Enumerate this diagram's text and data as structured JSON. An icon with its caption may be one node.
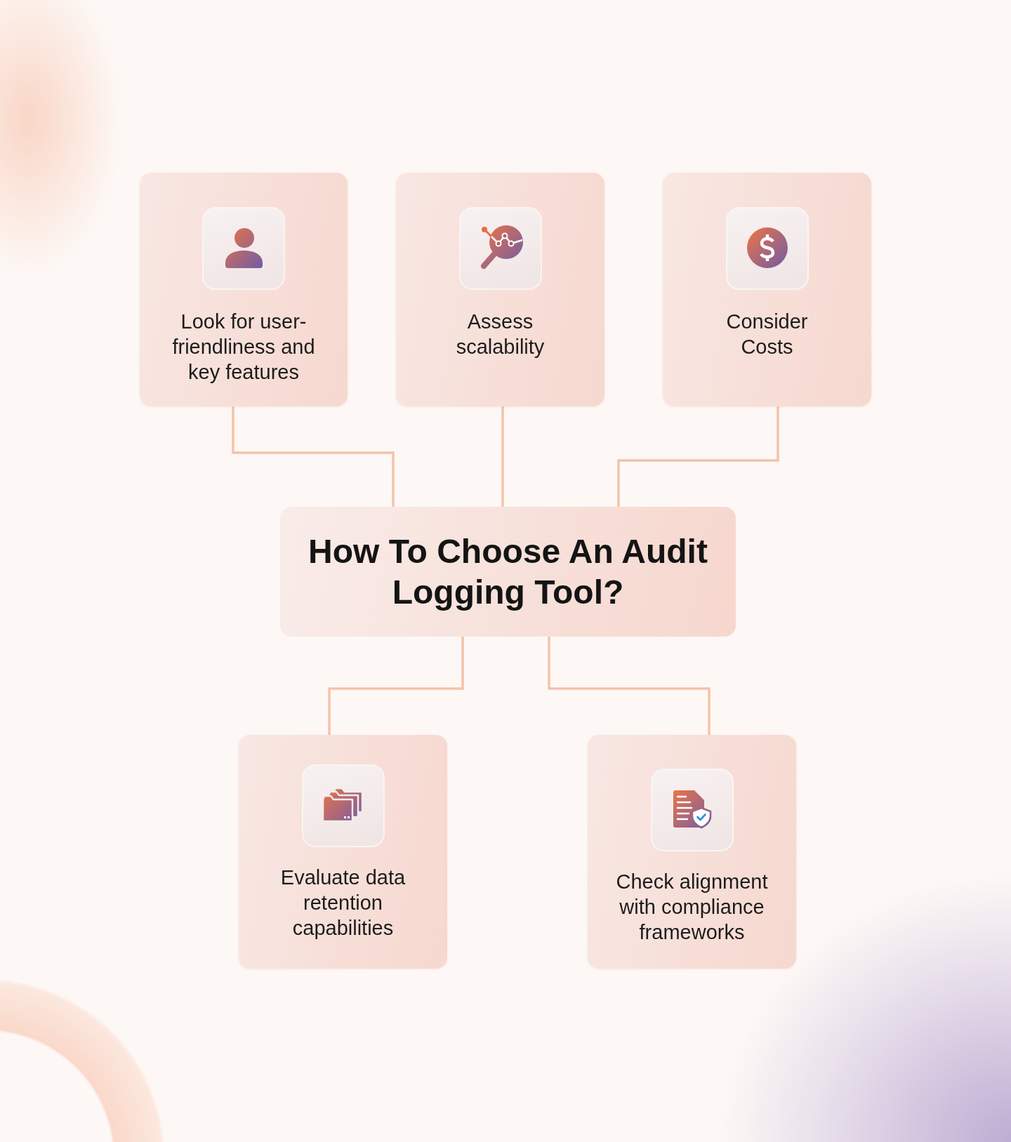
{
  "diagram": {
    "nodes": [
      {
        "text": [
          "Look for user-friendliness and key features"
        ]
      },
      {
        "text": [
          "Assess scalability"
        ]
      },
      {
        "text": [
          "Consider Costs"
        ]
      },
      {
        "text": [
          "How To Choose An Audit Logging Tool?"
        ]
      },
      {
        "text": [
          "Evaluate data retention capabilities"
        ]
      },
      {
        "text": [
          "Check alignment with compliance frameworks"
        ]
      }
    ],
    "edges": [
      {
        "from": 3,
        "to": 0,
        "arrow": "none"
      },
      {
        "from": 3,
        "to": 1,
        "arrow": "none"
      },
      {
        "from": 3,
        "to": 2,
        "arrow": "none"
      },
      {
        "from": 3,
        "to": 4,
        "arrow": "none"
      },
      {
        "from": 3,
        "to": 5,
        "arrow": "none"
      }
    ]
  }
}
